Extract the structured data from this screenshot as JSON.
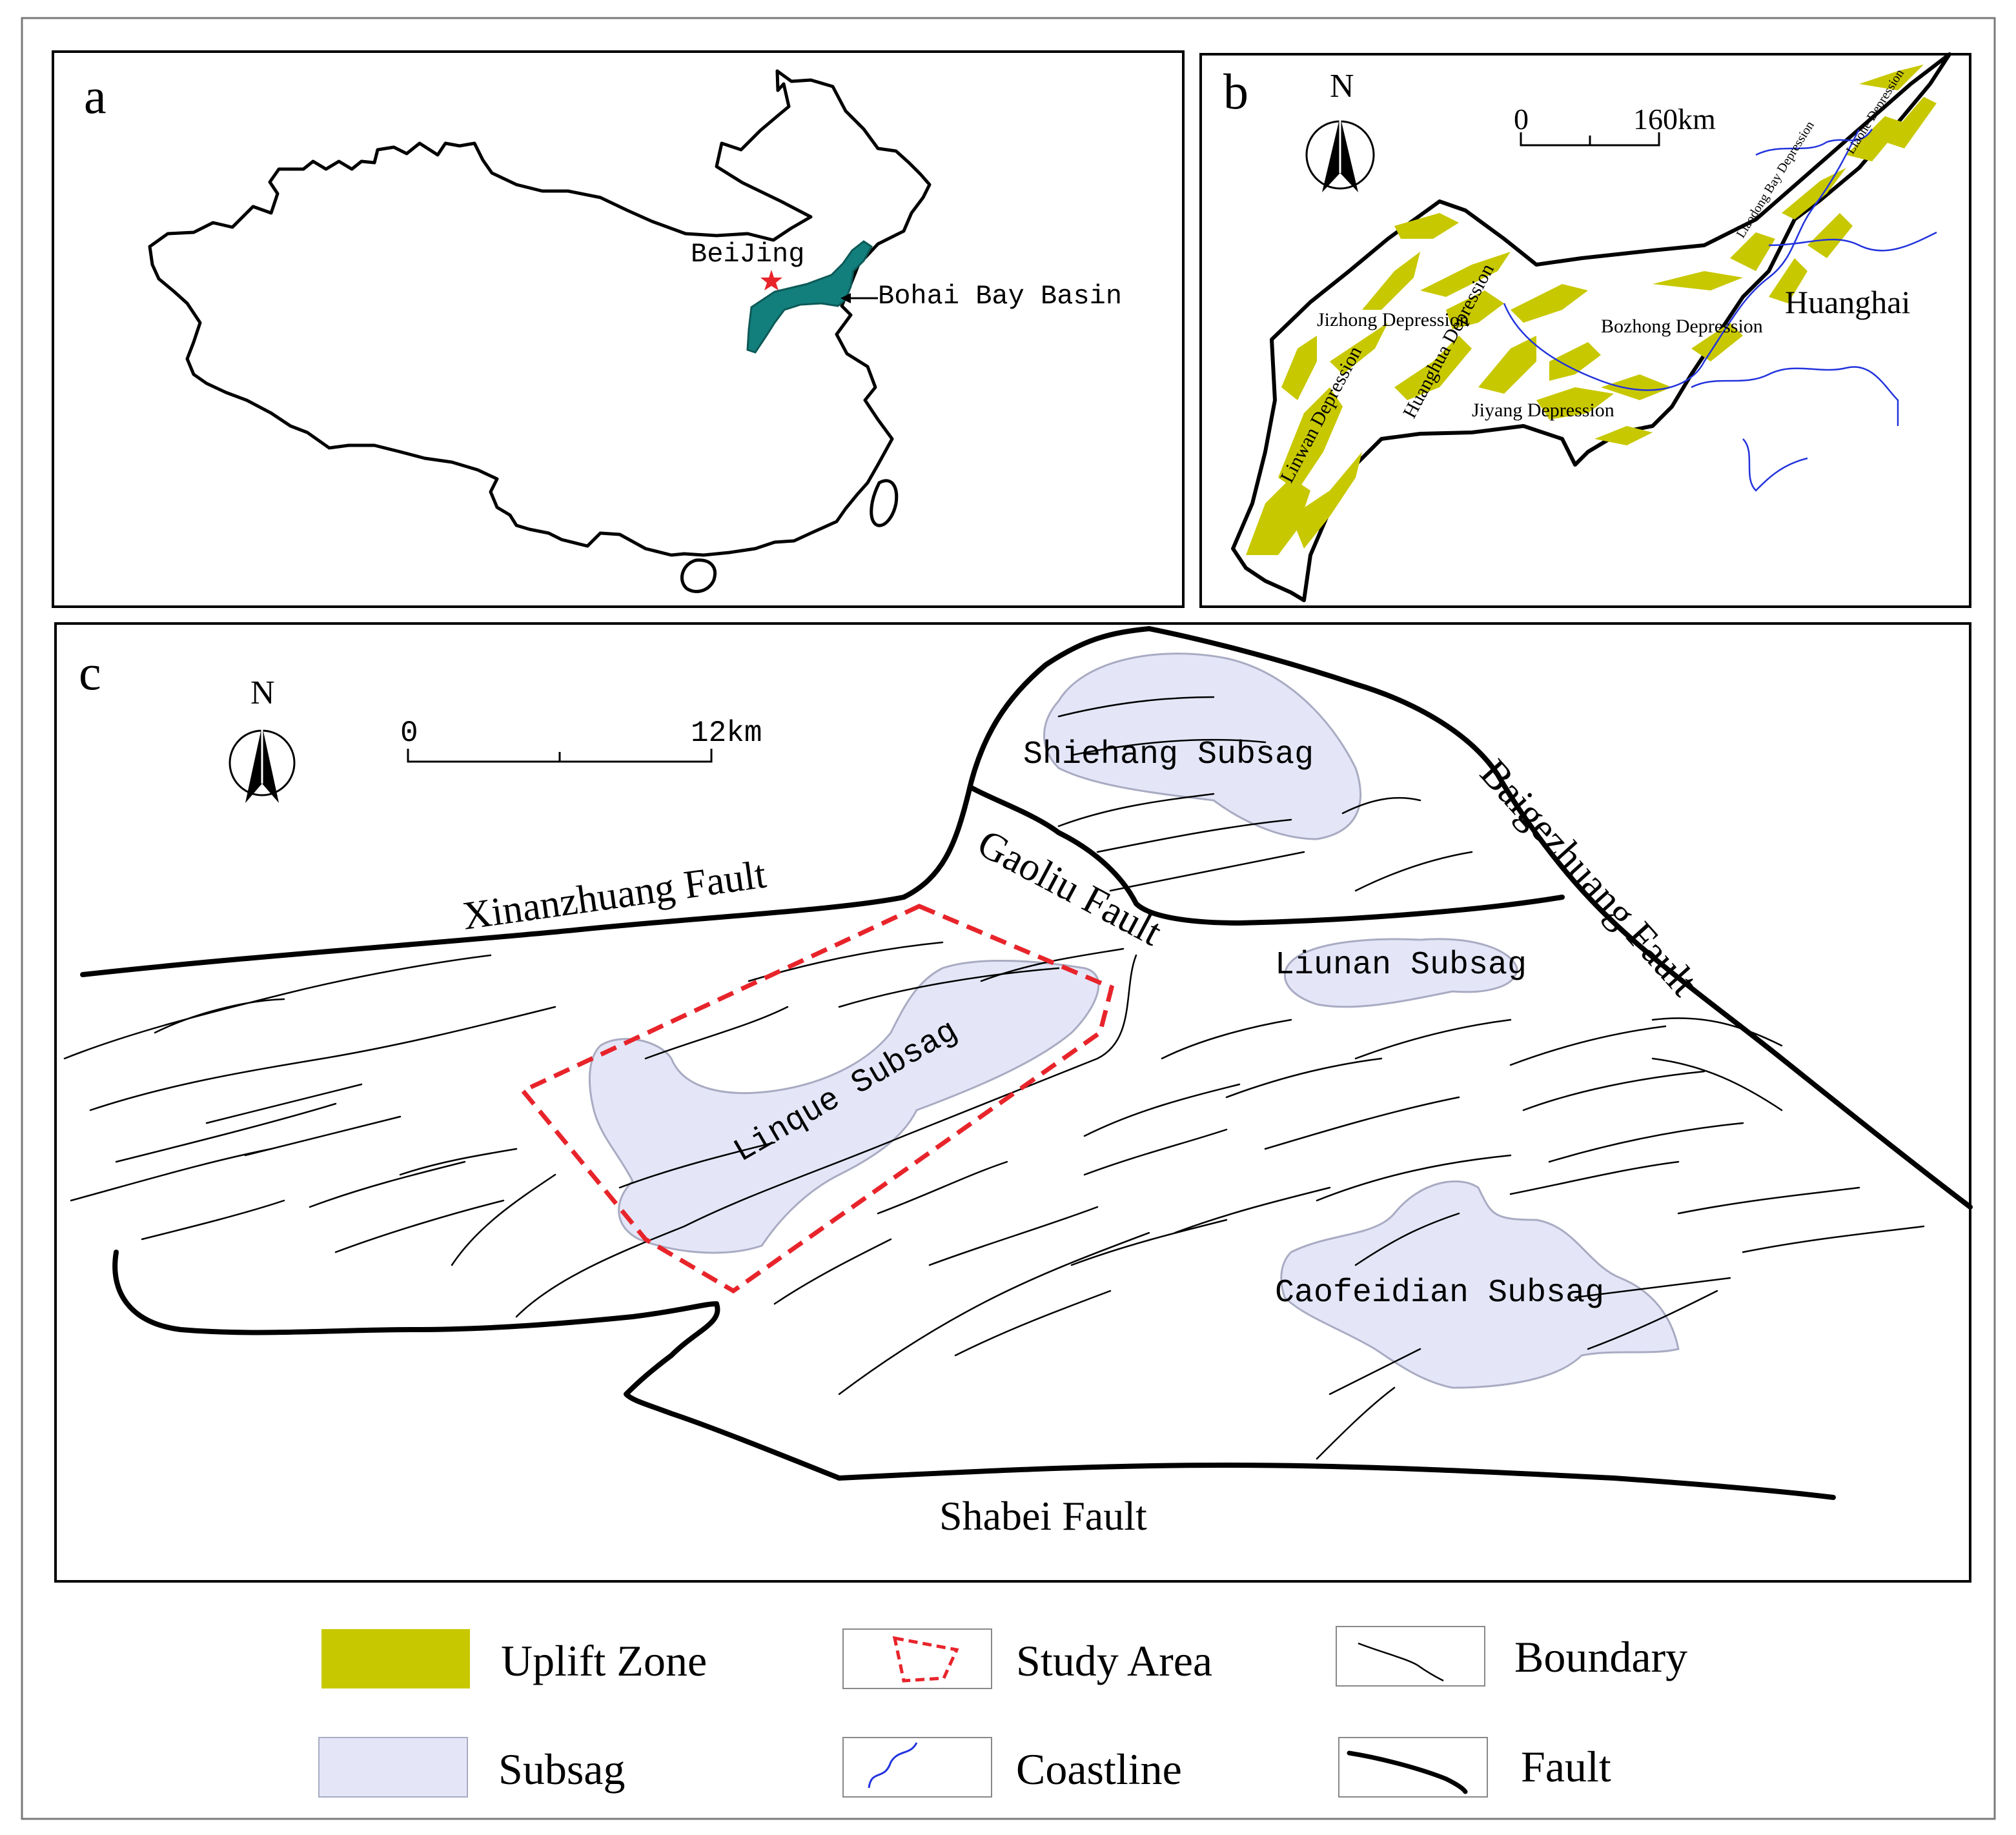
{
  "colors": {
    "uplift": "#c8c800",
    "subsag": "#e4e6f8",
    "subsag_edge": "#a9abc2",
    "study_area": "#e8242b",
    "coastline": "#2233dd",
    "basin": "#137f7d",
    "beijing_star": "#e8242b",
    "line": "#000000"
  },
  "panel_a": {
    "label": "a",
    "beijing": "BeiJing",
    "basin_callout": "Bohai Bay Basin"
  },
  "panel_b": {
    "label": "b",
    "north": "N",
    "scale_zero": "0",
    "scale_max": "160km",
    "sea": "Huanghai",
    "depressions": {
      "jizhong": "Jizhong Depression",
      "huanghua": "Huanghua Depression",
      "linwan": "Linwan Depression",
      "bozhong": "Bozhong Depression",
      "jiyang": "Jiyang Depression",
      "liaodong": "Liaodong Bay Depression",
      "liaohe": "Liaohe Depression"
    }
  },
  "panel_c": {
    "label": "c",
    "north": "N",
    "scale_zero": "0",
    "scale_max": "12km",
    "faults": {
      "xinanzhuang": "Xinanzhuang Fault",
      "gaoliu": "Gaoliu Fault",
      "baigezhuang": "Baigezhuang Fault",
      "shabei": "Shabei Fault"
    },
    "subsags": {
      "shiehang": "Shiehang Subsag",
      "liunan": "Liunan Subsag",
      "linque": "Linque Subsag",
      "caofeidian": "Caofeidian Subsag"
    }
  },
  "legend": {
    "uplift": "Uplift Zone",
    "study_area": "Study Area",
    "boundary": "Boundary",
    "subsag": "Subsag",
    "coastline": "Coastline",
    "fault": "Fault"
  }
}
